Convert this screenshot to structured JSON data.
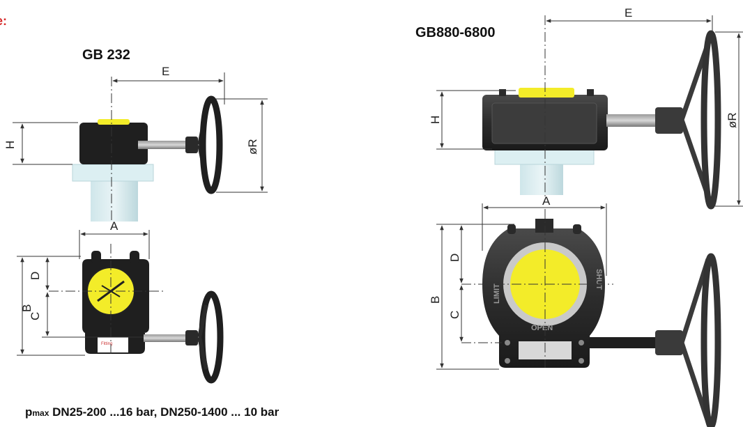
{
  "page": {
    "cut_heading": "e:",
    "pressure_note": {
      "prefix": "p",
      "subscript": "max",
      "text": " DN25-200 ...16 bar, DN250-1400 ... 10 bar"
    }
  },
  "gb232": {
    "title": "GB 232",
    "dims": {
      "E": "E",
      "H": "H",
      "R": "øR",
      "A": "A",
      "B": "B",
      "C": "C",
      "D": "D"
    },
    "plate_label": "Fitting"
  },
  "gb880": {
    "title": "GB880-6800",
    "dims": {
      "E": "E",
      "H": "H",
      "R": "øR",
      "A": "A",
      "B": "B",
      "C": "C",
      "D": "D"
    },
    "cast_labels": {
      "left": "LIMIT",
      "right": "SHUT",
      "bottom": "OPEN"
    }
  },
  "colors": {
    "heading_red": "#d62b2b",
    "disc_yellow": "#f3ec29",
    "body_black": "#1c1c1c",
    "dim_line": "#333333"
  }
}
